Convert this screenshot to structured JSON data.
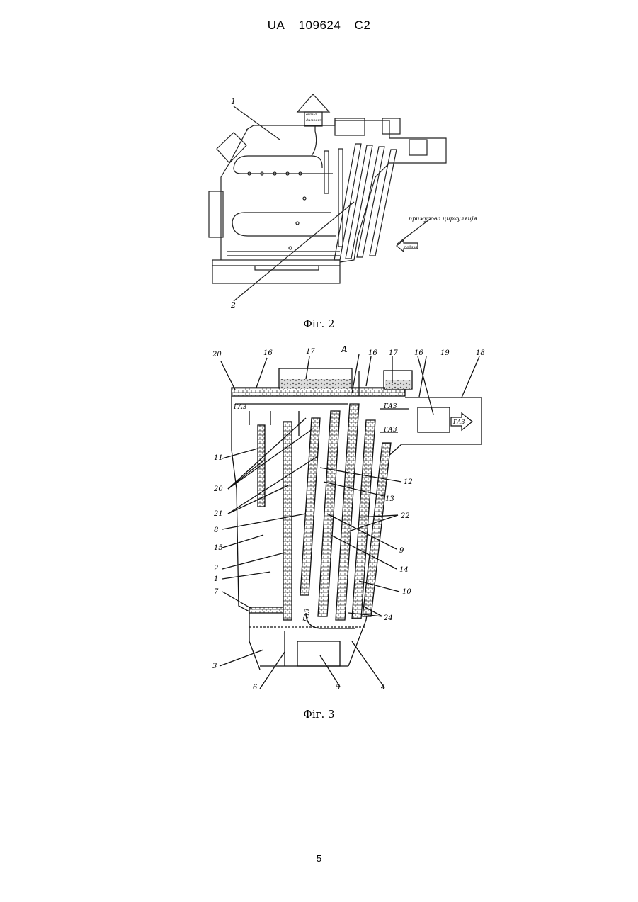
{
  "header": {
    "country": "UA",
    "number": "109624",
    "kind": "C2"
  },
  "figure2": {
    "caption": "Фіг. 2",
    "labels": {
      "l1": "1",
      "l2": "2"
    },
    "annotation": "примусова циркуляція",
    "chimney_text_1": "відвід",
    "chimney_text_2": "димових",
    "inlet_text": "подача"
  },
  "figure3": {
    "caption": "Фіг. 3",
    "labels": {
      "n20a": "20",
      "n16a": "16",
      "n17a": "17",
      "nA": "A",
      "n16b": "16",
      "n17b": "17",
      "n16c": "16",
      "n19": "19",
      "n18": "18",
      "n11": "11",
      "n20b": "20",
      "n21": "21",
      "n8": "8",
      "n15": "15",
      "n2": "2",
      "n1": "1",
      "n7": "7",
      "n3": "3",
      "n6": "6",
      "n5": "5",
      "n4": "4",
      "n12": "12",
      "n13": "13",
      "n22": "22",
      "n9": "9",
      "n14": "14",
      "n10": "10",
      "n24": "24"
    },
    "gas_labels": {
      "g1": "ГАЗ",
      "g2": "ГАЗ",
      "g3": "ГАЗ",
      "g4": "ГАЗ"
    },
    "outlet_label": "ГАЗ"
  },
  "page_number": "5"
}
